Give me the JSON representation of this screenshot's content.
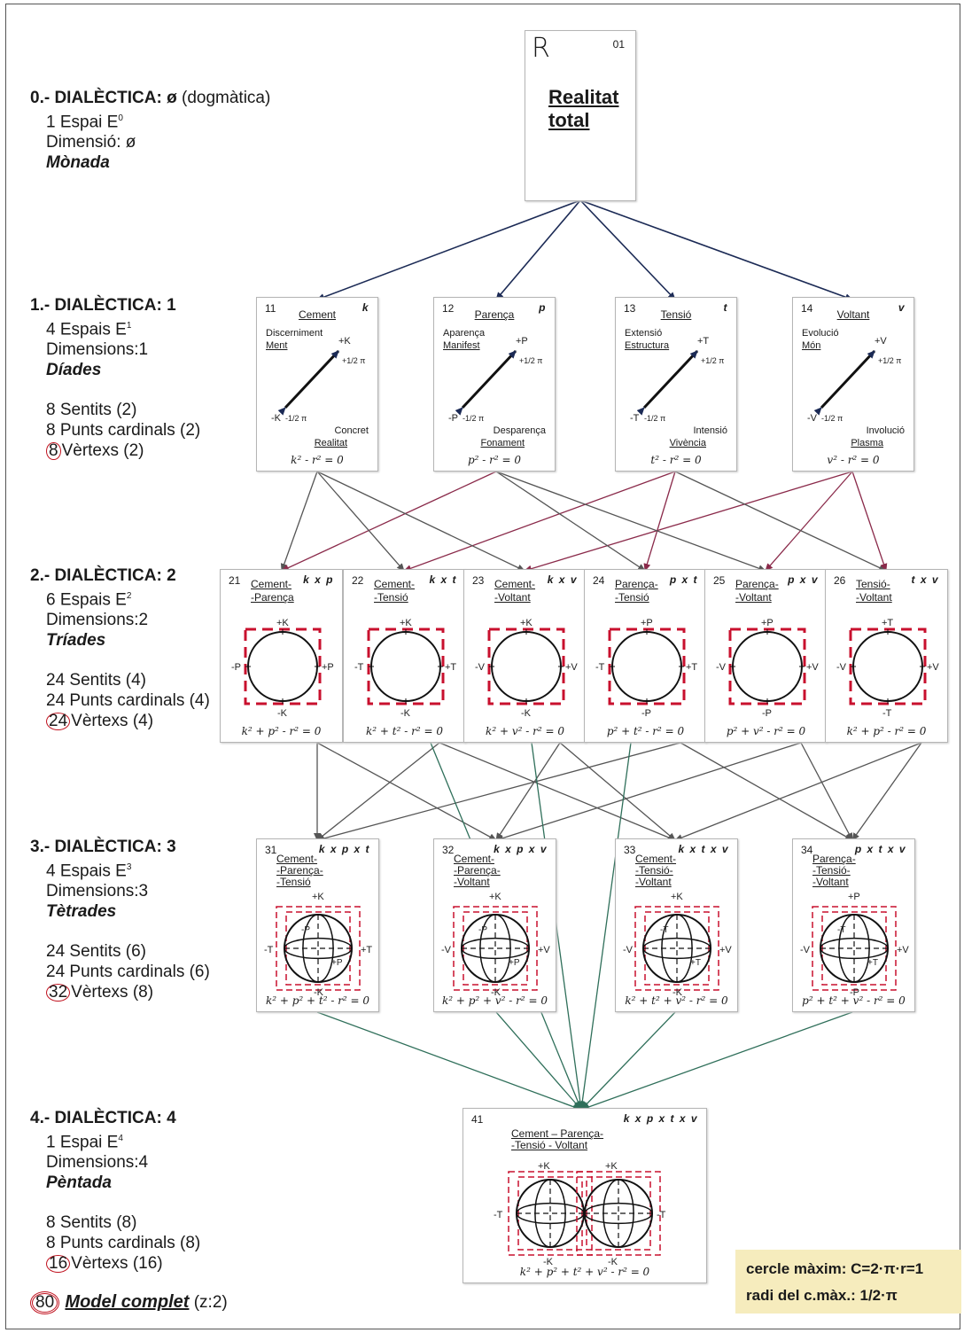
{
  "root_card": {
    "letter": "R",
    "number": "01",
    "title_line1": "Realitat",
    "title_line2": "total"
  },
  "levels": [
    {
      "heading": "0.- DIALÈCTICA: ø",
      "heading_note": "(dogmàtica)",
      "spaces": "1  Espai  E",
      "spaces_exp": "0",
      "dimension": "Dimensió: ø",
      "name": "Mònada"
    },
    {
      "heading": "1.- DIALÈCTICA: 1",
      "spaces": "4  Espais  E",
      "spaces_exp": "1",
      "dimension": "Dimensions:1",
      "name": "Díades",
      "sentits": "8 Sentits (2)",
      "punts": "8 Punts cardinals (2)",
      "vertex_num": "8",
      "vertex_text": "Vèrtexs (2)"
    },
    {
      "heading": "2.- DIALÈCTICA: 2",
      "spaces": "6  Espais  E",
      "spaces_exp": "2",
      "dimension": "Dimensions:2",
      "name": "Tríades",
      "sentits": "24 Sentits (4)",
      "punts": "24 Punts cardinals (4)",
      "vertex_num": "24",
      "vertex_text": "Vèrtexs (4)"
    },
    {
      "heading": "3.- DIALÈCTICA: 3",
      "spaces": "4  Espais  E",
      "spaces_exp": "3",
      "dimension": "Dimensions:3",
      "name": "Tètrades",
      "sentits": "24 Sentits (6)",
      "punts": "24 Punts cardinals (6)",
      "vertex_num": "32",
      "vertex_text": "Vèrtexs (8)"
    },
    {
      "heading": "4.- DIALÈCTICA: 4",
      "spaces": "1  Espai  E",
      "spaces_exp": "4",
      "dimension": "Dimensions:4",
      "name": "Pèntada",
      "sentits": "8 Sentits (8)",
      "punts": "8 Punts cardinals (8)",
      "vertex_num": "16",
      "vertex_text": "Vèrtexs (16)"
    }
  ],
  "model": {
    "num": "80",
    "label": "Model complet",
    "note": "(z:2)"
  },
  "legend": {
    "line1": "cercle màxim: C=2·π·r=1",
    "line2": "radi del c.màx.: 1/2·π"
  },
  "dyads": [
    {
      "num": "11",
      "tag": "k",
      "title": "Cement",
      "tl1": "Discerniment",
      "tl2": "Ment",
      "pos": "+K",
      "neg": "-K",
      "br1": "Concret",
      "br2": "Realitat",
      "eq": "k² - r² = 0",
      "half_pos": "+1/2 π",
      "half_neg": "-1/2 π"
    },
    {
      "num": "12",
      "tag": "p",
      "title": "Parença",
      "tl1": "Aparença",
      "tl2": "Manifest",
      "pos": "+P",
      "neg": "-P",
      "br1": "Desparença",
      "br2": "Fonament",
      "eq": "p² - r² = 0",
      "half_pos": "+1/2 π",
      "half_neg": "-1/2 π"
    },
    {
      "num": "13",
      "tag": "t",
      "title": "Tensió",
      "tl1": "Extensió",
      "tl2": "Estructura",
      "pos": "+T",
      "neg": "-T",
      "br1": "Intensió",
      "br2": "Vivència",
      "eq": "t² - r² = 0",
      "half_pos": "+1/2 π",
      "half_neg": "-1/2 π"
    },
    {
      "num": "14",
      "tag": "v",
      "title": "Voltant",
      "tl1": "Evolució",
      "tl2": "Món",
      "pos": "+V",
      "neg": "-V",
      "br1": "Involució",
      "br2": "Plasma",
      "eq": "v² - r² = 0",
      "half_pos": "+1/2 π",
      "half_neg": "-1/2 π"
    }
  ],
  "triads": [
    {
      "num": "21",
      "tag": "k x p",
      "t1": "Cement-",
      "t2": "-Parença",
      "top": "+K",
      "bottom": "-K",
      "left": "-P",
      "right": "+P",
      "eq": "k² + p² - r² = 0"
    },
    {
      "num": "22",
      "tag": "k x t",
      "t1": "Cement-",
      "t2": "-Tensió",
      "top": "+K",
      "bottom": "-K",
      "left": "-T",
      "right": "+T",
      "eq": "k² + t² - r² = 0"
    },
    {
      "num": "23",
      "tag": "k x v",
      "t1": "Cement-",
      "t2": "-Voltant",
      "top": "+K",
      "bottom": "-K",
      "left": "-V",
      "right": "+V",
      "eq": "k² + v² - r² = 0"
    },
    {
      "num": "24",
      "tag": "p x t",
      "t1": "Parença-",
      "t2": "-Tensió",
      "top": "+P",
      "bottom": "-P",
      "left": "-T",
      "right": "+T",
      "eq": "p² + t² - r² = 0"
    },
    {
      "num": "25",
      "tag": "p x v",
      "t1": "Parença-",
      "t2": "-Voltant",
      "top": "+P",
      "bottom": "-P",
      "left": "-V",
      "right": "+V",
      "eq": "p² + v² - r² = 0"
    },
    {
      "num": "26",
      "tag": "t x v",
      "t1": "Tensió-",
      "t2": "-Voltant",
      "top": "+T",
      "bottom": "-T",
      "left": "-V",
      "right": "+V",
      "eq": "k² + p² - r² = 0"
    }
  ],
  "tetrads": [
    {
      "num": "31",
      "tag": "k x p x t",
      "t1": "Cement-",
      "t2": "-Parença-",
      "t3": "-Tensió",
      "top": "+K",
      "bottom": "-K",
      "left": "-T",
      "right": "+T",
      "in_neg": "-P",
      "in_pos": "+P",
      "eq": "k² + p² + t² - r² = 0"
    },
    {
      "num": "32",
      "tag": "k x p x v",
      "t1": "Cement-",
      "t2": "-Parença-",
      "t3": "-Voltant",
      "top": "+K",
      "bottom": "-K",
      "left": "-V",
      "right": "+V",
      "in_neg": "-P",
      "in_pos": "+P",
      "eq": "k² + p² + v² - r² = 0"
    },
    {
      "num": "33",
      "tag": "k x t x v",
      "t1": "Cement-",
      "t2": "-Tensió-",
      "t3": "-Voltant",
      "top": "+K",
      "bottom": "-K",
      "left": "-V",
      "right": "+V",
      "in_neg": "-T",
      "in_pos": "+T",
      "eq": "k² + t² + v² - r² = 0"
    },
    {
      "num": "34",
      "tag": "p x t x v",
      "t1": "Parença-",
      "t2": "-Tensió-",
      "t3": "-Voltant",
      "top": "+P",
      "bottom": "-P",
      "left": "-V",
      "right": "+V",
      "in_neg": "-T",
      "in_pos": "+T",
      "eq": "p² + t² + v² - r² = 0"
    }
  ],
  "pentad": {
    "num": "41",
    "tag": "k x p x t x v",
    "t1": "Cement – Parença-",
    "t2": "-Tensió - Voltant",
    "top_left": "+K",
    "top_right": "+K",
    "bottom_left": "-K",
    "bottom_right": "-K",
    "left": "-T",
    "right": "-T",
    "eq": "k² + p² + t² + v² - r² = 0"
  }
}
